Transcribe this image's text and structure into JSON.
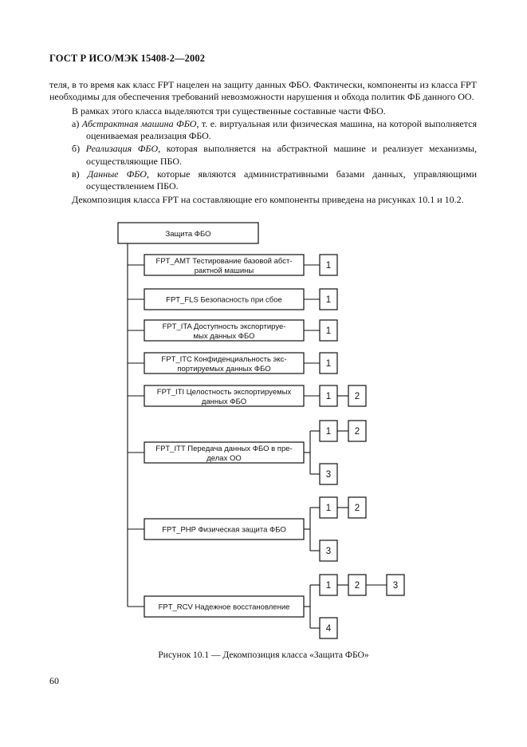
{
  "header": {
    "title": "ГОСТ Р ИСО/МЭК 15408-2—2002"
  },
  "body": {
    "p1": "теля, в то время как класс FPT нацелен на защиту данных ФБО. Фактически, компоненты из класса FPT необходимы для обеспечения требований невозможности нарушения и обхода политик ФБ данного ОО.",
    "p2": "В рамках этого класса выделяются три существенные составные части ФБО.",
    "a_prefix": "а) ",
    "a_em": "Абстрактная машина ФБО",
    "a_rest": ", т. е. виртуальная или физическая машина, на которой выполняется оцениваемая реализация ФБО.",
    "b_prefix": "б) ",
    "b_em": "Реализация ФБО",
    "b_rest": ", которая выполняется на абстрактной машине и реализует механизмы, осуществляющие ПБО.",
    "c_prefix": "в) ",
    "c_em": "Данные ФБО,",
    "c_rest": " которые являются административными базами данных, управляющими осуществлением ПБО.",
    "p3": "Декомпозиция класса FPT на составляющие его компоненты приведена на рисунках 10.1 и 10.2."
  },
  "diagram": {
    "root": "Защита ФБО",
    "families": [
      {
        "lines": [
          "FPT_AMT Тестирование базовой абст-",
          "рактной машины"
        ],
        "levels": [
          [
            "1"
          ]
        ]
      },
      {
        "lines": [
          "FPT_FLS Безопасность при сбое"
        ],
        "levels": [
          [
            "1"
          ]
        ]
      },
      {
        "lines": [
          "FPT_ITA Доступность экспортируе-",
          "мых данных ФБО"
        ],
        "levels": [
          [
            "1"
          ]
        ]
      },
      {
        "lines": [
          "FPT_ITC Конфиденциальность экс-",
          "портируемых данных ФБО"
        ],
        "levels": [
          [
            "1"
          ]
        ]
      },
      {
        "lines": [
          "FPT_ITI Целостность экспортируемых",
          "данных ФБО"
        ],
        "levels": [
          [
            "1",
            "2"
          ]
        ]
      },
      {
        "lines": [
          "FPT_ITT Передача данных ФБО в пре-",
          "делах ОО"
        ],
        "levels": [
          [
            "1",
            "2"
          ],
          [
            "3"
          ]
        ]
      },
      {
        "lines": [
          "FPT_PHP Физическая защита ФБО"
        ],
        "levels": [
          [
            "1",
            "2"
          ],
          [
            "3"
          ]
        ]
      },
      {
        "lines": [
          "FPT_RCV Надежное восстановление"
        ],
        "levels": [
          [
            "1",
            "2",
            "3"
          ],
          [
            "4"
          ]
        ]
      }
    ]
  },
  "caption": "Рисунок 10.1 — Декомпозиция класса «Защита ФБО»",
  "page_number": "60"
}
